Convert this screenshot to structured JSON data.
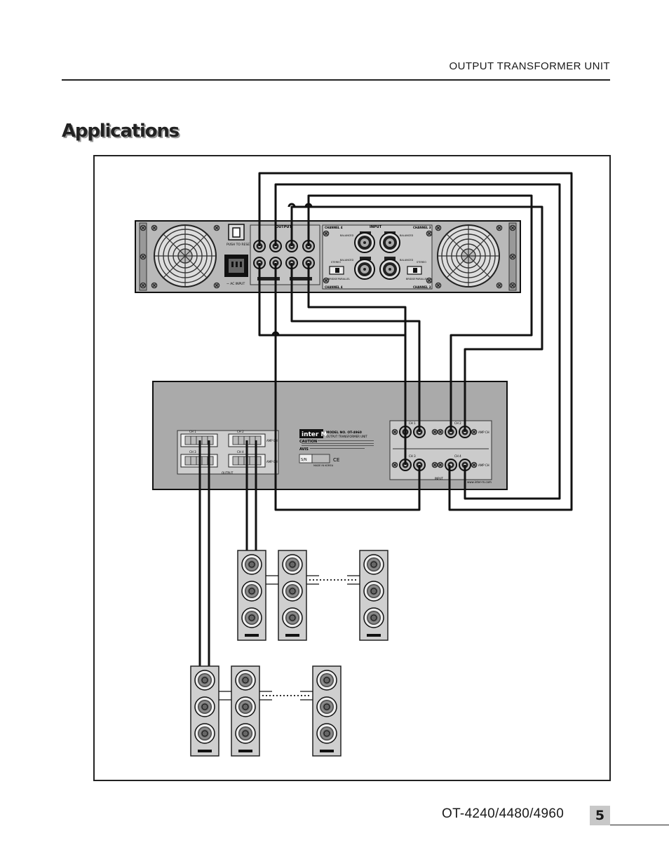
{
  "header": {
    "section_title": "OUTPUT TRANSFORMER UNIT"
  },
  "page": {
    "heading": "Applications",
    "model": "OT-4240/4480/4960",
    "number": "5"
  },
  "amplifier": {
    "output_label": "OUTPUT",
    "input_label": "INPUT",
    "reset_label": "PUSH TO RESET",
    "ac_label": "~ AC INPUT",
    "channel_labels": [
      "CHANNEL 4",
      "CHANNEL 3",
      "CHANNEL 4",
      "CHANNEL 3"
    ],
    "balanced_label": "BALANCED",
    "stereo_label": "STEREO",
    "bridge_label": "BRIDGE",
    "parallel_label": "PARALLEL"
  },
  "transformer": {
    "brand": "inter M",
    "model_label": "MODEL NO. OT-4960",
    "unit_label": "OUTPUT TRANSFORMER UNIT",
    "caution_label": "CAUTION",
    "avis_label": "AVIS",
    "serial_label": "S/N",
    "made_in": "MADE IN KOREA",
    "ce_mark": "CE",
    "output_label": "OUTPUT",
    "input_label": "INPUT",
    "amp_labels": [
      "AMP CH",
      "AMP CH",
      "AMP CH",
      "AMP CH"
    ],
    "ch_labels": [
      "CH 1",
      "CH 2",
      "CH 3",
      "CH 4"
    ],
    "website": "www.inter-m.com"
  }
}
